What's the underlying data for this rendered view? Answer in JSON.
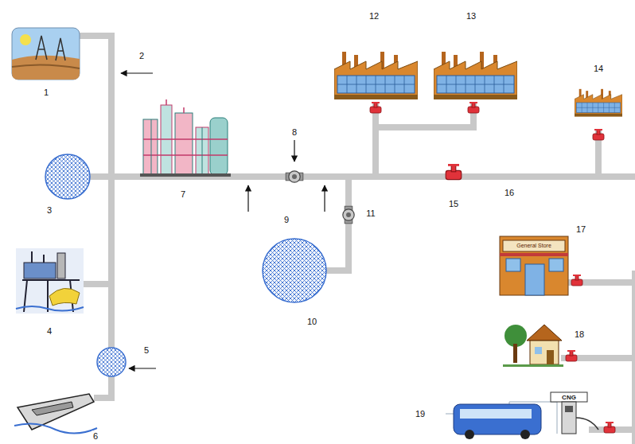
{
  "diagram": {
    "labels": [
      "1",
      "2",
      "3",
      "4",
      "5",
      "6",
      "7",
      "8",
      "9",
      "10",
      "11",
      "12",
      "13",
      "14",
      "15",
      "16",
      "17",
      "18",
      "19",
      "General Store",
      "CNG"
    ]
  }
}
